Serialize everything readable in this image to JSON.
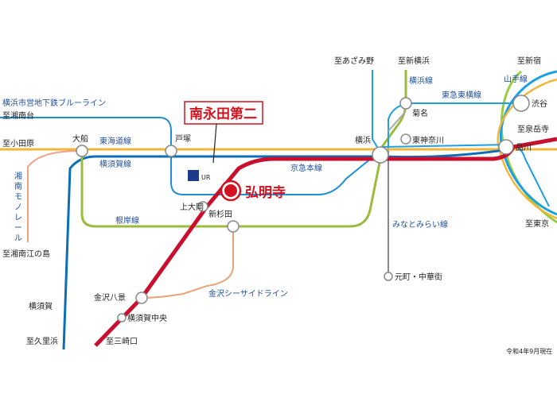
{
  "title_box": "南永田第二",
  "main_station": "弘明寺",
  "date_note": "令和4年9月現在",
  "logo": {
    "text": "UR",
    "color": "#1e3a8a"
  },
  "colors": {
    "keikyu": "#c8102e",
    "tokaido": "#f2b53a",
    "yokosuka": "#0b6fb8",
    "blue_line": "#1e90d6",
    "negishi": "#9abb3c",
    "seaside": "#e8a37a",
    "shonan_mono": "#f3a08a",
    "minatomirai": "#1e3a8a",
    "toyoko": "#d9c29a",
    "yamanote": "#9bcd40",
    "keihin": "#1da1e0"
  },
  "lines": [
    {
      "id": "yokohama-blue-line",
      "label": "横浜市営地下鉄ブルーライン"
    },
    {
      "id": "tokaido-line",
      "label": "東海道線"
    },
    {
      "id": "yokosuka-line",
      "label": "横須賀線"
    },
    {
      "id": "negishi-line",
      "label": "根岸線"
    },
    {
      "id": "keikyu-line",
      "label": "京急本線"
    },
    {
      "id": "seaside-line",
      "label": "金沢シーサイドライン"
    },
    {
      "id": "shonan-monorail",
      "label": "湘南モノレール"
    },
    {
      "id": "minatomirai-line",
      "label": "みなとみらい線"
    },
    {
      "id": "toyoko-line",
      "label": "東急東横線"
    },
    {
      "id": "yokohama-line",
      "label": "横浜線"
    },
    {
      "id": "yamanote-line",
      "label": "山手線"
    }
  ],
  "stations": [
    {
      "id": "ofuna",
      "label": "大船"
    },
    {
      "id": "totsuka",
      "label": "戸塚"
    },
    {
      "id": "kamiooka",
      "label": "上大岡"
    },
    {
      "id": "shinsugita",
      "label": "新杉田"
    },
    {
      "id": "kanazawahakkei",
      "label": "金沢八景"
    },
    {
      "id": "yokosukachuo",
      "label": "横須賀中央"
    },
    {
      "id": "yokosuka",
      "label": "横須賀"
    },
    {
      "id": "yokohama",
      "label": "横浜"
    },
    {
      "id": "kikuna",
      "label": "菊名"
    },
    {
      "id": "higashikanagawa",
      "label": "東神奈川"
    },
    {
      "id": "motomachi",
      "label": "元町・中華街"
    },
    {
      "id": "shibuya",
      "label": "渋谷"
    },
    {
      "id": "shinagawa",
      "label": "品川"
    }
  ],
  "destinations": {
    "azamino": "至あざみ野",
    "shinyokohama": "至新横浜",
    "shinjuku": "至新宿",
    "shonandai": "至湘南台",
    "odawara": "至小田原",
    "izumidake": "至泉岳寺",
    "tokyo": "至東京",
    "enoshima": "至湘南江の島",
    "kurihama": "至久里浜",
    "misakiguchi": "至三崎口"
  }
}
